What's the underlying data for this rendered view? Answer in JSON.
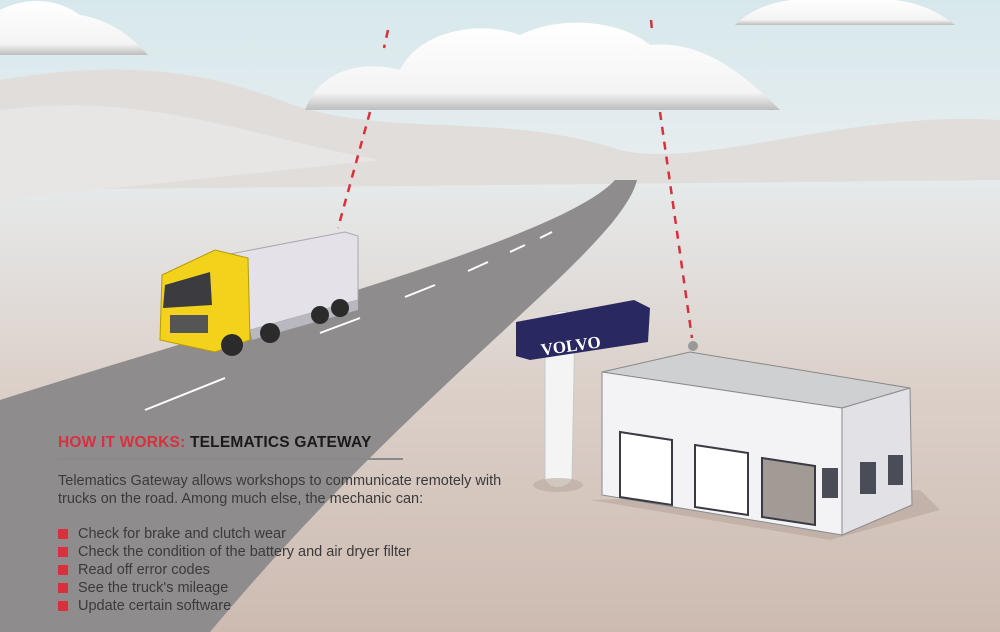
{
  "sign": {
    "brand": "VOLVO"
  },
  "info": {
    "heading_prefix": "HOW IT WORKS:",
    "heading_title": "TELEMATICS GATEWAY",
    "intro": "Telematics Gateway allows workshops to communicate remotely with trucks on the road. Among much else, the mechanic can:",
    "items": [
      "Check for brake and clutch wear",
      "Check the condition of the battery and air dryer filter",
      "Read off error codes",
      "See the truck's mileage",
      "Update certain software"
    ]
  },
  "colors": {
    "accent": "#d8303c",
    "truck": "#f2d21a",
    "sign": "#2a2860"
  }
}
